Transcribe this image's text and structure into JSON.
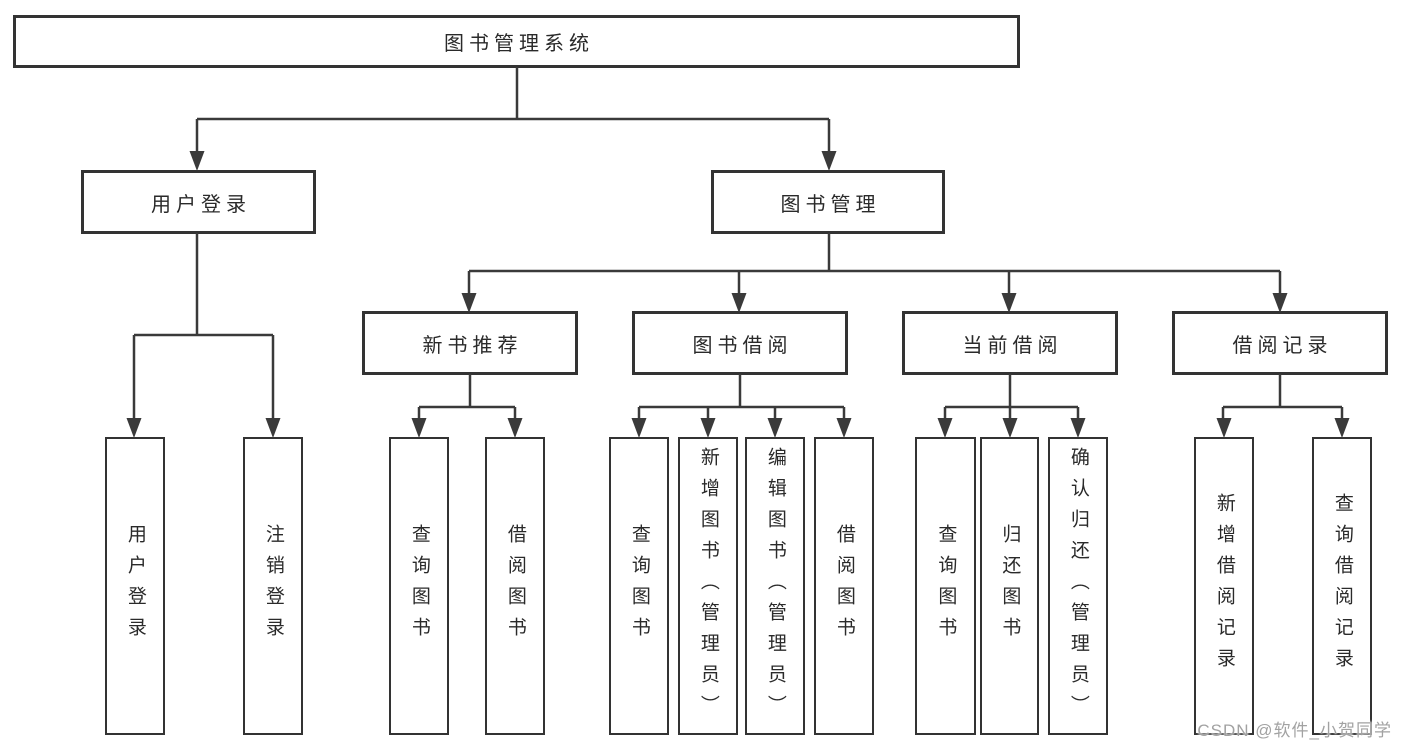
{
  "diagram_title": "图书管理系统",
  "watermark": "CSDN @软件_小贺同学",
  "colors": {
    "line": "#3a3a3a",
    "box_border": "#333333",
    "text": "#2a2a2a",
    "background": "#ffffff",
    "watermark": "#a2a2a2"
  },
  "tree": {
    "label": "图书管理系统",
    "children": [
      {
        "label": "用户登录",
        "children": [
          {
            "label": "用户登录"
          },
          {
            "label": "注销登录"
          }
        ]
      },
      {
        "label": "图书管理",
        "children": [
          {
            "label": "新书推荐",
            "children": [
              {
                "label": "查询图书"
              },
              {
                "label": "借阅图书"
              }
            ]
          },
          {
            "label": "图书借阅",
            "children": [
              {
                "label": "查询图书"
              },
              {
                "label": "新增图书（管理员）"
              },
              {
                "label": "编辑图书（管理员）"
              },
              {
                "label": "借阅图书"
              }
            ]
          },
          {
            "label": "当前借阅",
            "children": [
              {
                "label": "查询图书"
              },
              {
                "label": "归还图书"
              },
              {
                "label": "确认归还（管理员）"
              }
            ]
          },
          {
            "label": "借阅记录",
            "children": [
              {
                "label": "新增借阅记录"
              },
              {
                "label": "查询借阅记录"
              }
            ]
          }
        ]
      }
    ]
  }
}
